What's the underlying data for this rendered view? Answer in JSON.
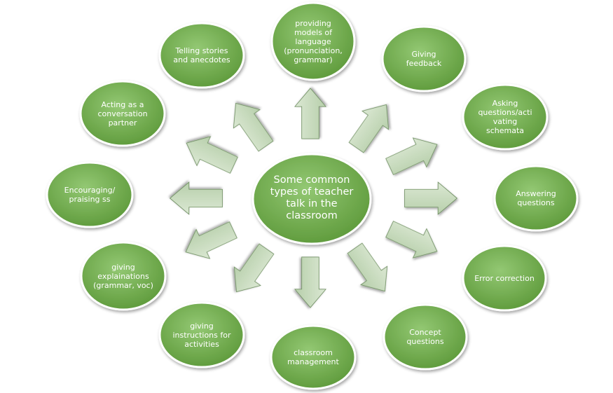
{
  "center": {
    "label": "Some common types of teacher talk in the classroom"
  },
  "nodes": [
    {
      "id": "providing-models",
      "label": "providing models of language (pronunciation, grammar)"
    },
    {
      "id": "giving-feedback",
      "label": "Giving feedback"
    },
    {
      "id": "asking-questions",
      "label": "Asking questions/activating schemata"
    },
    {
      "id": "answering-questions",
      "label": "Answering questions"
    },
    {
      "id": "error-correction",
      "label": "Error correction"
    },
    {
      "id": "concept-questions",
      "label": "Concept questions"
    },
    {
      "id": "classroom-management",
      "label": "classroom management"
    },
    {
      "id": "giving-instructions",
      "label": "giving instructions for activities"
    },
    {
      "id": "giving-explanations",
      "label": "giving explainations (grammar, voc)"
    },
    {
      "id": "encouraging",
      "label": "Encouraging/ praising ss"
    },
    {
      "id": "conversation-partner",
      "label": "Acting as a conversation partner"
    },
    {
      "id": "telling-stories",
      "label": "Telling stories and anecdotes"
    }
  ],
  "colors": {
    "node_fill_top": "#8cc26a",
    "node_fill_bottom": "#5f9a3c",
    "node_border": "#4e7f30",
    "arrow_fill": "#c9dcc0",
    "arrow_border": "#6f8f62"
  }
}
